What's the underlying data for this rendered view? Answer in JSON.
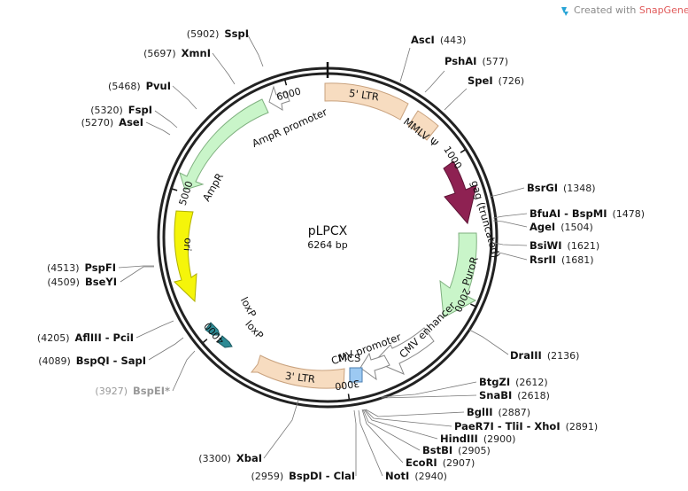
{
  "watermark": {
    "prefix": "Created with ",
    "brand": "SnapGene®"
  },
  "map": {
    "name": "pLPCX",
    "length_label": "6264 bp",
    "total_bp": 6264
  },
  "ticks": [
    {
      "label": "1000",
      "bp": 1000
    },
    {
      "label": "2000",
      "bp": 2000
    },
    {
      "label": "3000",
      "bp": 3000
    },
    {
      "label": "4000",
      "bp": 4000
    },
    {
      "label": "5000",
      "bp": 5000
    },
    {
      "label": "6000",
      "bp": 6000
    }
  ],
  "enzymes_right": [
    {
      "name": "AscI",
      "pos": "(443)",
      "bp": 443
    },
    {
      "name": "PshAI",
      "pos": "(577)",
      "bp": 577
    },
    {
      "name": "SpeI",
      "pos": "(726)",
      "bp": 726
    },
    {
      "name": "BsrGI",
      "pos": "(1348)",
      "bp": 1348
    },
    {
      "name": "BfuAI - BspMI",
      "pos": "(1478)",
      "bp": 1478
    },
    {
      "name": "AgeI",
      "pos": "(1504)",
      "bp": 1504
    },
    {
      "name": "BsiWI",
      "pos": "(1621)",
      "bp": 1621
    },
    {
      "name": "RsrII",
      "pos": "(1681)",
      "bp": 1681
    },
    {
      "name": "DraIII",
      "pos": "(2136)",
      "bp": 2136
    },
    {
      "name": "BtgZI",
      "pos": "(2612)",
      "bp": 2612
    },
    {
      "name": "SnaBI",
      "pos": "(2618)",
      "bp": 2618
    },
    {
      "name": "BglII",
      "pos": "(2887)",
      "bp": 2887
    },
    {
      "name": "PaeR7I - TliI - XhoI",
      "pos": "(2891)",
      "bp": 2891
    },
    {
      "name": "HindIII",
      "pos": "(2900)",
      "bp": 2900
    },
    {
      "name": "BstBI",
      "pos": "(2905)",
      "bp": 2905
    },
    {
      "name": "EcoRI",
      "pos": "(2907)",
      "bp": 2907
    },
    {
      "name": "NotI",
      "pos": "(2940)",
      "bp": 2940
    }
  ],
  "enzymes_left": [
    {
      "name": "SspI",
      "pos": "(5902)",
      "bp": 5902
    },
    {
      "name": "XmnI",
      "pos": "(5697)",
      "bp": 5697
    },
    {
      "name": "PvuI",
      "pos": "(5468)",
      "bp": 5468
    },
    {
      "name": "FspI",
      "pos": "(5320)",
      "bp": 5320
    },
    {
      "name": "AseI",
      "pos": "(5270)",
      "bp": 5270
    },
    {
      "name": "PspFI",
      "pos": "(4513)",
      "bp": 4513
    },
    {
      "name": "BseYI",
      "pos": "(4509)",
      "bp": 4509
    },
    {
      "name": "AflIII - PciI",
      "pos": "(4205)",
      "bp": 4205
    },
    {
      "name": "BspQI - SapI",
      "pos": "(4089)",
      "bp": 4089
    },
    {
      "name": "BspEI*",
      "pos": "(3927)",
      "bp": 3927
    },
    {
      "name": "XbaI",
      "pos": "(3300)",
      "bp": 3300
    },
    {
      "name": "BspDI - ClaI",
      "pos": "(2959)",
      "bp": 2959
    }
  ],
  "features": [
    {
      "label": "5' LTR",
      "color": "#f7dcc0",
      "stroke": "#c9a27e"
    },
    {
      "label": "MMLV Ψ",
      "color": "#f7dcc0",
      "stroke": "#c9a27e"
    },
    {
      "label": "gag (truncated)",
      "color": "#8e2152",
      "stroke": "#5e1536"
    },
    {
      "label": "PuroR",
      "color": "#c9f5c9",
      "stroke": "#7fb07f"
    },
    {
      "label": "CMV enhancer",
      "color": "#ffffff",
      "stroke": "#888888"
    },
    {
      "label": "CMV promoter",
      "color": "#ffffff",
      "stroke": "#888888"
    },
    {
      "label": "MCS",
      "color": "#9cc9f2",
      "stroke": "#4d7fb0"
    },
    {
      "label": "3' LTR",
      "color": "#f7dcc0",
      "stroke": "#c9a27e"
    },
    {
      "label": "loxP",
      "color": "#2d8a94",
      "stroke": "#1b5a61"
    },
    {
      "label": "loxP",
      "color": "#2d8a94",
      "stroke": "#1b5a61"
    },
    {
      "label": "ori",
      "color": "#f5f50a",
      "stroke": "#b0b000"
    },
    {
      "label": "AmpR",
      "color": "#c9f5c9",
      "stroke": "#7fb07f"
    },
    {
      "label": "AmpR promoter",
      "color": "#ffffff",
      "stroke": "#888888"
    }
  ]
}
